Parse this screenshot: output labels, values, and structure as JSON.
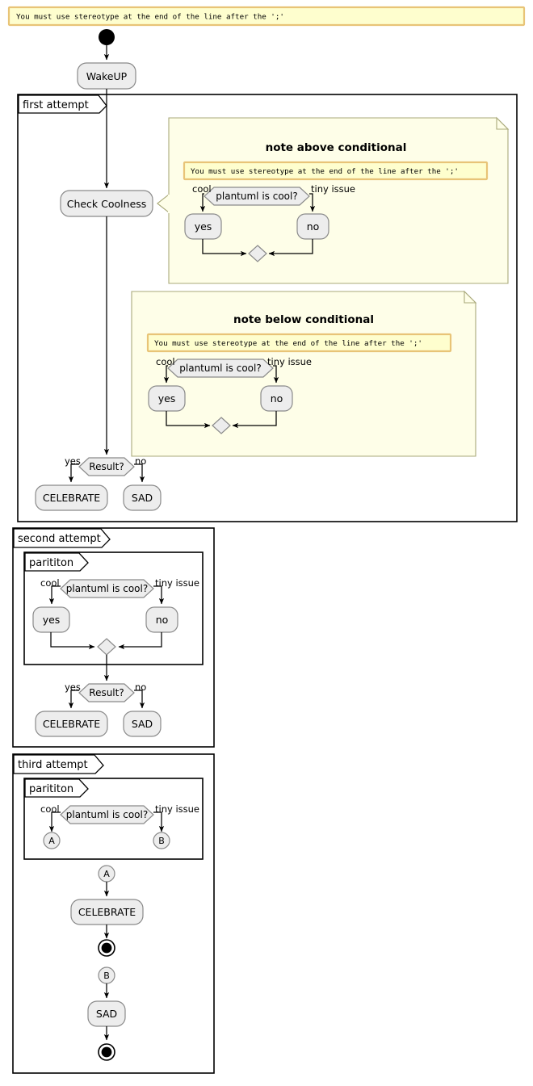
{
  "diagram": {
    "type": "plantuml-activity-diagram",
    "title": "",
    "stereotype_notice": "You must use stereotype at the end of the line after the ';'",
    "colors": {
      "note_fill": "#FEFECE",
      "note_border": "#E8C477",
      "note_container_fill": "#FEFEE8",
      "note_container_border": "#A9A97A",
      "activity_fill": "#EDEDED",
      "activity_border": "#8A8A8A",
      "edge": "#000000",
      "partition_border": "#000000",
      "background": "#FFFFFF"
    }
  },
  "top_note": {
    "text": "You must use stereotype at the end of the line after the ';'"
  },
  "start": {
    "name": "start-node"
  },
  "wakeup": {
    "label": "WakeUP"
  },
  "first_attempt": {
    "partition_label": "first attempt",
    "check_coolness": {
      "label": "Check Coolness"
    },
    "note_above": {
      "title": "note above conditional",
      "stereotype_text": "You must use stereotype at the end of the line after the ';'",
      "condition": "plantuml is cool?",
      "branch_left_label": "cool",
      "branch_right_label": "tiny issue",
      "action_left": "yes",
      "action_right": "no"
    },
    "note_below": {
      "title": "note below conditional",
      "stereotype_text": "You must use stereotype at the end of the line after the ';'",
      "condition": "plantuml is cool?",
      "branch_left_label": "cool",
      "branch_right_label": "tiny issue",
      "action_left": "yes",
      "action_right": "no"
    },
    "result": {
      "condition": "Result?",
      "branch_left_label": "yes",
      "branch_right_label": "no",
      "action_left": "CELEBRATE",
      "action_right": "SAD"
    }
  },
  "second_attempt": {
    "partition_label": "second attempt",
    "inner_partition_label": "parititon",
    "condition": "plantuml is cool?",
    "branch_left_label": "cool",
    "branch_right_label": "tiny issue",
    "action_left": "yes",
    "action_right": "no",
    "result": {
      "condition": "Result?",
      "branch_left_label": "yes",
      "branch_right_label": "no",
      "action_left": "CELEBRATE",
      "action_right": "SAD"
    }
  },
  "third_attempt": {
    "partition_label": "third attempt",
    "inner_partition_label": "parititon",
    "condition": "plantuml is cool?",
    "branch_left_label": "cool",
    "branch_right_label": "tiny issue",
    "connector_left": "A",
    "connector_right": "B",
    "flow_a": {
      "connector": "A",
      "action": "CELEBRATE"
    },
    "flow_b": {
      "connector": "B",
      "action": "SAD"
    }
  }
}
